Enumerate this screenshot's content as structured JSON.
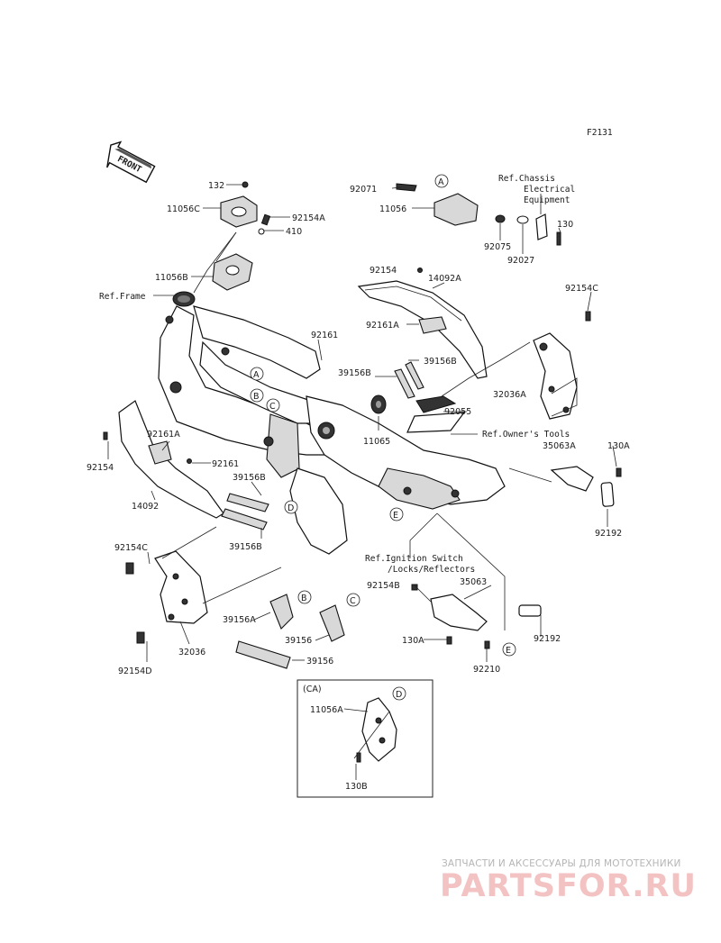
{
  "figure_code": "F2131",
  "front_label": "FRONT",
  "callouts": {
    "a": "A",
    "b": "B",
    "c": "C",
    "d": "D",
    "e": "E"
  },
  "parts": {
    "p132": "132",
    "p11056C": "11056C",
    "p92154A": "92154A",
    "p410": "410",
    "p11056B": "11056B",
    "ref_frame": "Ref.Frame",
    "p92071": "92071",
    "p11056": "11056",
    "p92075": "92075",
    "p92027": "92027",
    "p130": "130",
    "ref_chassis_1": "Ref.Chassis",
    "ref_chassis_2": "Electrical",
    "ref_chassis_3": "Equipment",
    "p92154_top": "92154",
    "p14092A": "14092A",
    "p92161A_top": "92161A",
    "p92154C_right": "92154C",
    "p92161_mid": "92161",
    "p39156B_a": "39156B",
    "p39156B_b": "39156B",
    "p32036A": "32036A",
    "p92055": "92055",
    "p11065": "11065",
    "ref_tools": "Ref.Owner's Tools",
    "p35063A": "35063A",
    "p130A_right": "130A",
    "p92192_right": "92192",
    "p92161A_left": "92161A",
    "p92154_left": "92154",
    "p92161_left": "92161",
    "p39156B_c": "39156B",
    "p14092": "14092",
    "p39156B_d": "39156B",
    "p92154C_left": "92154C",
    "ref_ign_1": "Ref.Ignition Switch",
    "ref_ign_2": "/Locks/Reflectors",
    "p92154B": "92154B",
    "p35063": "35063",
    "p39156A": "39156A",
    "p39156": "39156",
    "p39156_b": "39156",
    "p32036": "32036",
    "p92154D": "92154D",
    "p130A_bottom": "130A",
    "p92192_bottom": "92192",
    "p92210": "92210",
    "ca": "(CA)",
    "p11056A": "11056A",
    "p130B": "130B"
  },
  "watermark": {
    "line1": "ЗАПЧАСТИ И АКСЕССУАРЫ ДЛЯ МОТОТЕХНИКИ",
    "line2": "PARTSFOR.RU"
  }
}
